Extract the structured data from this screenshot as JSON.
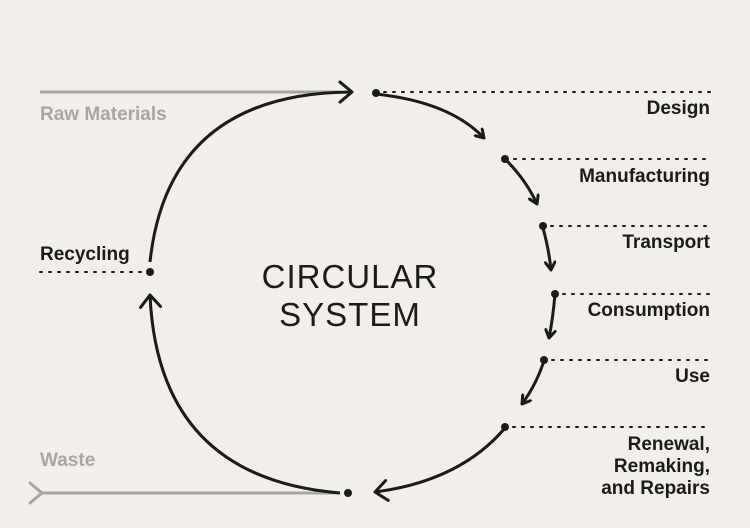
{
  "diagram": {
    "title_line1": "CIRCULAR",
    "title_line2": "SYSTEM",
    "inputs": {
      "raw_materials": "Raw Materials"
    },
    "outputs": {
      "waste": "Waste"
    },
    "stages": [
      {
        "label": "Design"
      },
      {
        "label": "Manufacturing"
      },
      {
        "label": "Transport"
      },
      {
        "label": "Consumption"
      },
      {
        "label": "Use"
      },
      {
        "label": "Renewal, Remaking, and Repairs",
        "lines": [
          "Renewal,",
          "Remaking,",
          "and Repairs"
        ]
      }
    ],
    "recycling": "Recycling"
  },
  "colors": {
    "background": "#f2eee9",
    "ink": "#1b1b1b",
    "muted": "#a8a6a3"
  }
}
